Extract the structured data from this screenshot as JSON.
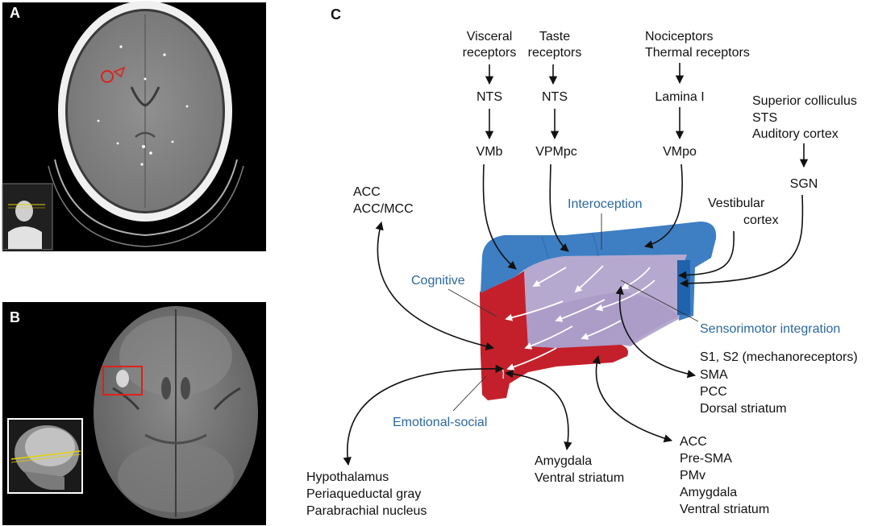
{
  "figure": {
    "panel_labels": {
      "a": "A",
      "b": "B",
      "c": "C"
    },
    "colors": {
      "dorsal_blue": "#3e7ec3",
      "dorsal_blue_dark": "#1f63ad",
      "anterior_red": "#c4202b",
      "posterior_lavender": "#b6a9cf",
      "lavender_fold": "#a394c2",
      "label_blue": "#2b68a0",
      "marker_red": "#e0201a"
    }
  },
  "diagram": {
    "inputs": {
      "visceral": {
        "source": [
          "Visceral",
          "receptors"
        ],
        "relay": "NTS",
        "thalamus": "VMb"
      },
      "taste": {
        "source": [
          "Taste",
          "receptors"
        ],
        "relay": "NTS",
        "thalamus": "VPMpc"
      },
      "nociceptive": {
        "source": [
          "Nociceptors",
          "Thermal receptors"
        ],
        "relay": "Lamina I",
        "thalamus": "VMpo"
      },
      "auditory": {
        "source": [
          "Superior colliculus",
          "STS",
          "Auditory cortex"
        ],
        "relay": "SGN"
      },
      "vestibular": [
        "Vestibular",
        "cortex"
      ]
    },
    "regions": {
      "interoception": "Interoception",
      "cognitive": "Cognitive",
      "sensorimotor": "Sensorimotor integration",
      "emotional": "Emotional-social"
    },
    "connections": {
      "cognitive_targets": [
        "ACC",
        "ACC/MCC"
      ],
      "sensorimotor_targets": [
        "S1, S2 (mechanoreceptors)",
        "SMA",
        "PCC",
        "Dorsal striatum"
      ],
      "emotional_autonomic": [
        "Hypothalamus",
        "Periaqueductal gray",
        "Parabrachial nucleus"
      ],
      "emotional_limbic": [
        "Amygdala",
        "Ventral striatum"
      ],
      "emotional_motor": [
        "ACC",
        "Pre-SMA",
        "PMv",
        "Amygdala",
        "Ventral striatum"
      ]
    }
  }
}
